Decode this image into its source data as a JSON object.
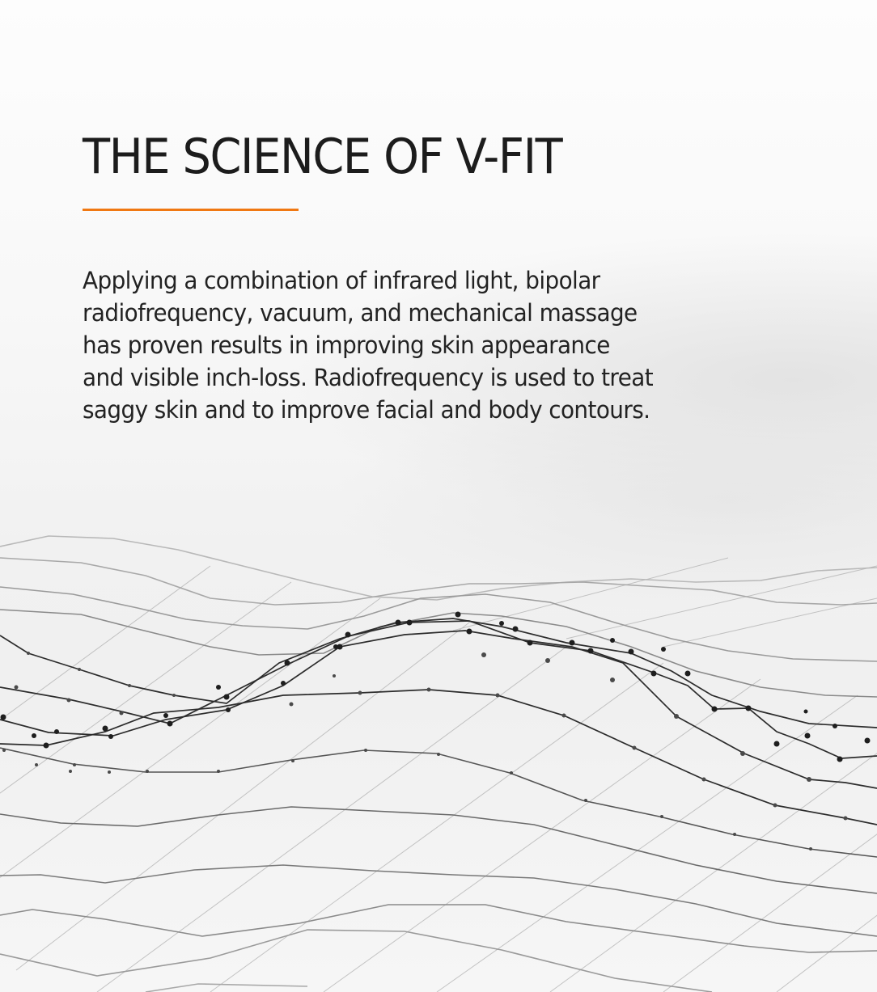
{
  "heading": {
    "title": "THE SCIENCE OF V-FIT",
    "accent_color": "#F07812"
  },
  "description": {
    "lines": [
      "Applying a combination of infrared light, bipolar",
      "radiofrequency, vacuum, and mechanical massage",
      "has proven results in improving skin appearance",
      "and visible inch-loss. Radiofrequency is used to treat",
      "saggy skin and to improve facial and body contours."
    ]
  },
  "illustration": {
    "type": "3d-wireframe-wave-mesh",
    "line_color": "#2a2a2a",
    "background_color": "#F2F2F2"
  }
}
